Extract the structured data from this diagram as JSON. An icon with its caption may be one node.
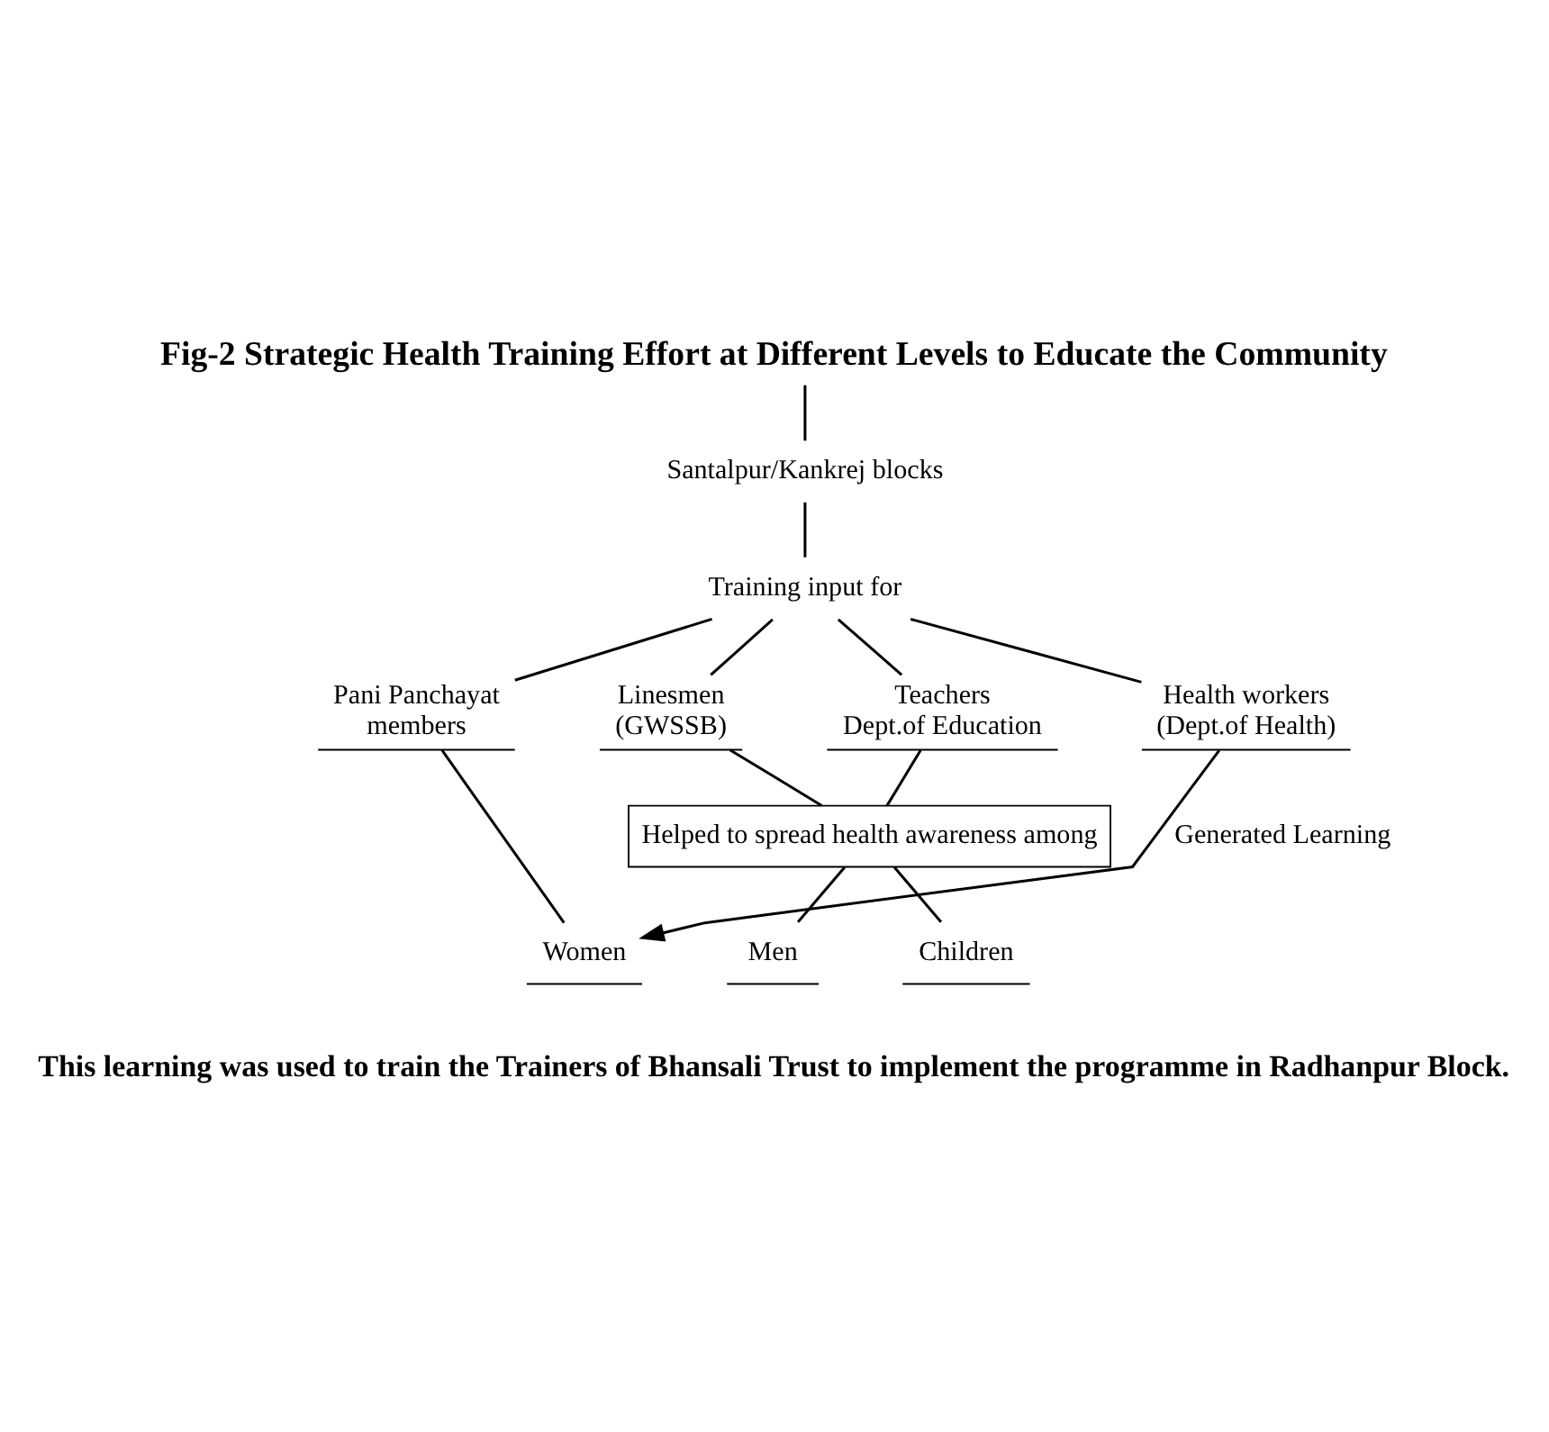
{
  "diagram": {
    "title": "Fig-2 Strategic Health Training Effort at Different Levels to Educate the Community",
    "caption": "This learning was used to train the Trainers of Bhansali Trust to implement the programme in Radhanpur Block.",
    "nodes": [
      {
        "text": [
          "Santalpur/Kankrej blocks"
        ]
      },
      {
        "text": [
          "Training input for"
        ]
      },
      {
        "text": [
          "Pani Panchayat members"
        ]
      },
      {
        "text": [
          "Linesmen (GWSSB)"
        ]
      },
      {
        "text": [
          "Teachers Dept.of Education"
        ]
      },
      {
        "text": [
          "Health workers (Dept.of Health)"
        ]
      },
      {
        "text": [
          "Helped to spread health awareness among"
        ]
      },
      {
        "text": [
          "Women"
        ]
      },
      {
        "text": [
          "Men"
        ]
      },
      {
        "text": [
          "Children"
        ]
      }
    ],
    "edges": [
      {
        "from": null,
        "to": 0,
        "arrow": "none"
      },
      {
        "from": 0,
        "to": 1,
        "arrow": "none"
      },
      {
        "from": 1,
        "to": 2,
        "arrow": "none"
      },
      {
        "from": 1,
        "to": 3,
        "arrow": "none"
      },
      {
        "from": 1,
        "to": 4,
        "arrow": "none"
      },
      {
        "from": 1,
        "to": 5,
        "arrow": "none"
      },
      {
        "from": 2,
        "to": 7,
        "arrow": "none"
      },
      {
        "from": 3,
        "to": 6,
        "arrow": "none"
      },
      {
        "from": 4,
        "to": 6,
        "arrow": "none"
      },
      {
        "from": 6,
        "to": 8,
        "arrow": "none"
      },
      {
        "from": 6,
        "to": 9,
        "arrow": "none"
      },
      {
        "from": 5,
        "to": 7,
        "arrow": "to",
        "label": "Generated Learning"
      }
    ]
  }
}
